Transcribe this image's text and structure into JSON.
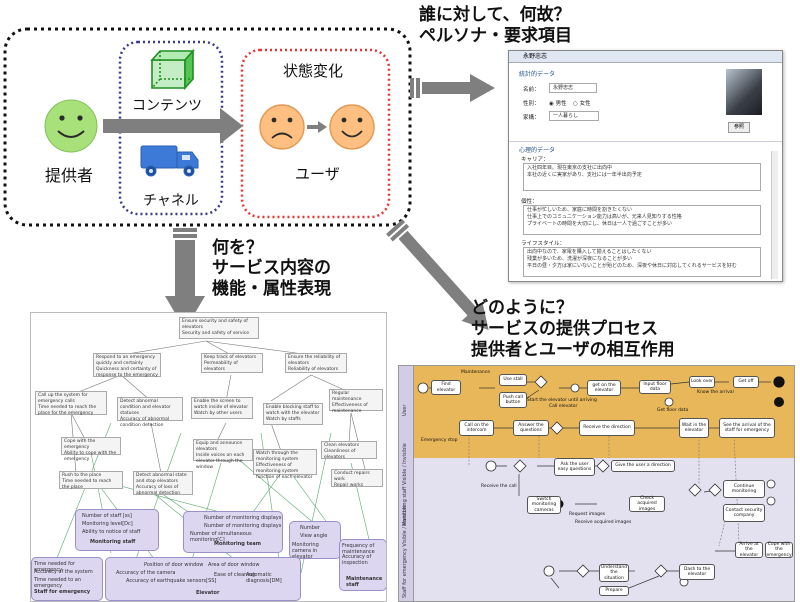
{
  "headings": {
    "who_why_1": "誰に対して、何故？",
    "who_why_2": "ペルソナ・要求項目",
    "what_1": "何を？",
    "what_2": "サービス内容の",
    "what_3": "機能・属性表現",
    "how_1": "どのように？",
    "how_2": "サービスの提供プロセス",
    "how_3": "提供者とユーザの相互作用"
  },
  "concept": {
    "provider": "提供者",
    "contents": "コンテンツ",
    "channel": "チャネル",
    "state_change": "状態変化",
    "user": "ユーザ"
  },
  "colors": {
    "smiley_green": "#a8e07a",
    "smiley_orange": "#ffbf80",
    "cube_green": "#3fbf3f",
    "truck_blue": "#3d79d6",
    "arrow_gray": "#7f7f7f",
    "dotted_red": "#e53535",
    "dotted_navy": "#3b3b8c",
    "bpmn_user_lane": "#e8b75a",
    "bpmn_other_lane": "#e3e0f0"
  },
  "persona": {
    "title": "永野忠志",
    "section_stats": "統計的データ",
    "name_label": "名前：",
    "name_value": "永野忠志",
    "gender_label": "性別：",
    "gender_male": "男性",
    "gender_female": "女性",
    "family_label": "家構：",
    "family_value": "一人暮らし",
    "ref_button": "参照",
    "section_psych": "心理的データ",
    "career_label": "キャリア：",
    "career_text": [
      "入社四年目。現在東京の支社に出向中",
      "本社の近くに実家があり、支社には一年半出向予定"
    ],
    "personality_label": "個性：",
    "personality_text": [
      "仕事が忙しいため、家庭に時間を割きたくない",
      "仕事上でのコミュニケーション能力は高いが、元来人見知りする性格",
      "プライベートの時間を大切にし、休日は一人で過ごすことが多い"
    ],
    "lifestyle_label": "ライフスタイル：",
    "lifestyle_text": [
      "出向中なので、家電を購入して揃えることはしたくない",
      "残業が多いため、洗濯が深夜になることが多い",
      "平日の昼・夕方は家にいないことが殆どのため、深夜や休日に対応してくれるサービスを好む"
    ]
  },
  "goal": {
    "root": [
      "Ensure security and safety of elevators",
      "Security and safety of service"
    ],
    "l2": [
      {
        "a": "Respond to an emergency quickly and certainly",
        "b": "Quickness and certainty of response to the emergency"
      },
      {
        "a": "Keep track of elevators",
        "b": "Permeability of elevators"
      },
      {
        "a": "Ensure the reliability of elevators",
        "b": "Reliability of elevators"
      }
    ],
    "l3": [
      {
        "a": "Call up the system for emergency calls",
        "b": "Time needed to reach the place for the emergency"
      },
      {
        "a": "Detect abnormal condition and elevator statuses",
        "b": "Accuracy of abnormal condition detection"
      },
      {
        "a": "Enable the screen to watch inside of elevator",
        "b": "Watch by other users"
      },
      {
        "a": "Enable blocking staff to watch with the elevator",
        "b": "Watch by staffs"
      },
      {
        "a": "Regular maintenance",
        "b": "Effectiveness of maintenance"
      }
    ],
    "l4": [
      {
        "a": "Cope with the emergency",
        "b": "Ability to cope with the emergency"
      },
      {
        "a": "Rush to the place",
        "b": "Time needed to reach the place"
      },
      {
        "a": "Detect abnormal state and stop elevators",
        "b": "Accuracy of loss of abnormal detection"
      },
      {
        "a": "Equip and announce elevators",
        "b": "Inside voices on each elevator through the window"
      },
      {
        "a": "Watch through the monitoring system",
        "b": "Effectiveness of monitoring system function of each elevator"
      },
      {
        "a": "Clean elevators",
        "b": "Cleanliness of elevators"
      },
      {
        "a": "Conduct repairs work",
        "b": "Repair works"
      }
    ],
    "purple": [
      [
        "Number of staff [ss]",
        "Monitoring level[Dc]",
        "Ability to notice of staff",
        "Monitoring staff"
      ],
      [
        "Number of monitoring displays",
        "Number of monitoring displays",
        "Number of simultaneous monitoring[C]",
        "Monitoring team"
      ],
      [
        "Number",
        "View angle",
        "Monitoring camera in elevator"
      ],
      [
        "Frequency of maintenance",
        "Accuracy of inspection",
        "Maintenance staff"
      ],
      [
        "Position of door window",
        "Accuracy of the camera",
        "Accuracy of earthquake sensors[SS]",
        "Area of door window",
        "Ease of cleaning",
        "Automatic diagnosis[DM]",
        "Elevator"
      ],
      [
        "Time needed for emergency",
        "Accuracy of the system",
        "Time needed to an emergency",
        "Staff for emergency"
      ]
    ]
  },
  "bpmn": {
    "lanes": [
      {
        "label": "User"
      },
      {
        "label": "Monitoring staff Visible / Invisible"
      },
      {
        "label": "Staff for emergency Visible / Invisible"
      }
    ],
    "tasks": {
      "find_elevator": "Find elevator",
      "use_stall": "Use stall",
      "push_call_button": "Push call button",
      "get_on_elevator": "get on the elevator",
      "input_floor_data": "Input floor data",
      "look_over": "Look over",
      "get_off": "Get off",
      "call_on_intercom": "Call on the intercom",
      "answer_questions": "Answer the questions",
      "receive_direction": "Receive the direction",
      "wait_in_elevator": "Wait in the elevator",
      "see_arrival_staff": "See the arrival of the staff for emergency",
      "ask_easy_questions": "Ask the user easy questions",
      "give_direction": "Give the user a direction",
      "switch_monitoring": "Switch monitoring cameras",
      "check_images": "Check acquired images",
      "continue_monitoring": "Continue monitoring",
      "contact_company": "Contact security company",
      "understand_situation": "Understand the situation",
      "dash_to_elevator": "Dash to the elevator",
      "arrive_elevator": "Arrive at the elevator",
      "cope_emergency": "Cope with the emergency",
      "prepare": "Prepare"
    },
    "labels": {
      "maintenance": "Maintenance",
      "start_call_elevator": "Start the elevator until arriving",
      "know_arrival": "Know the arrival",
      "get_floor_data": "Get floor data",
      "call_elevator": "Call elevator",
      "emergency_stop": "Emergency stop",
      "receive_call": "Receive the call",
      "request_images": "Request images",
      "receive_acquired_images": "Receive acquired images"
    }
  }
}
